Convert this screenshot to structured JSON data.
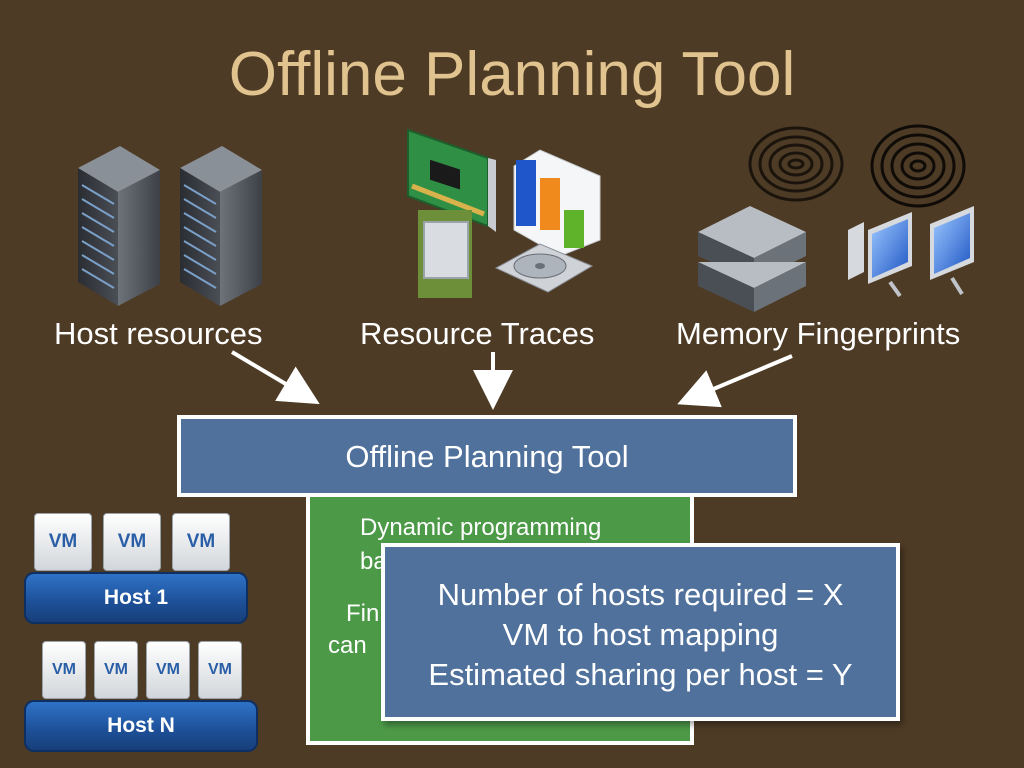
{
  "title": "Offline Planning Tool",
  "inputs": [
    {
      "label": "Host resources",
      "icon": "server-rack-icon"
    },
    {
      "label": "Resource Traces",
      "icon": "hardware-components-icon"
    },
    {
      "label": "Memory Fingerprints",
      "icon": "fingerprint-icon"
    }
  ],
  "tool_label": "Offline Planning Tool",
  "green_box": {
    "line1": "Dynamic programming",
    "line2": "ba",
    "line3": "Fin",
    "line4": "can"
  },
  "results": [
    "Number of hosts required = X",
    "VM to host mapping",
    "Estimated sharing per host = Y"
  ],
  "hosts": [
    {
      "label": "Host 1",
      "vms": [
        "VM",
        "VM",
        "VM"
      ]
    },
    {
      "label": "Host N",
      "vms": [
        "VM",
        "VM",
        "VM",
        "VM"
      ]
    }
  ]
}
